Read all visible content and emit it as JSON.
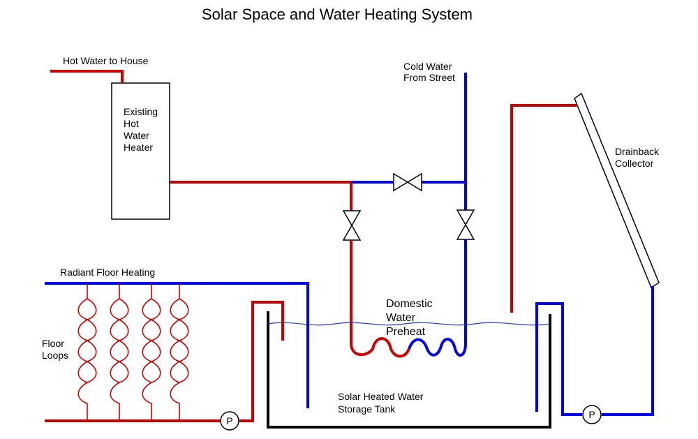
{
  "title": "Solar Space and Water Heating System",
  "labels": {
    "hot_water_to_house": "Hot Water to House",
    "water_heater": [
      "Existing",
      "Hot",
      "Water",
      "Heater"
    ],
    "cold_water": [
      "Cold Water",
      "From Street"
    ],
    "drainback_collector": [
      "Drainback",
      "Collector"
    ],
    "radiant_floor_heating": "Radiant Floor Heating",
    "floor_loops": [
      "Floor",
      "Loops"
    ],
    "domestic_water_preheat": [
      "Domestic",
      "Water",
      "Preheat"
    ],
    "storage_tank": [
      "Solar Heated Water",
      "Storage Tank"
    ],
    "pump_left": "P",
    "pump_right": "P"
  },
  "colors": {
    "hot_pipe": "#cc0000",
    "cold_pipe": "#0000ee",
    "tank": "#000000",
    "water_surface": "#1f3bd0"
  }
}
